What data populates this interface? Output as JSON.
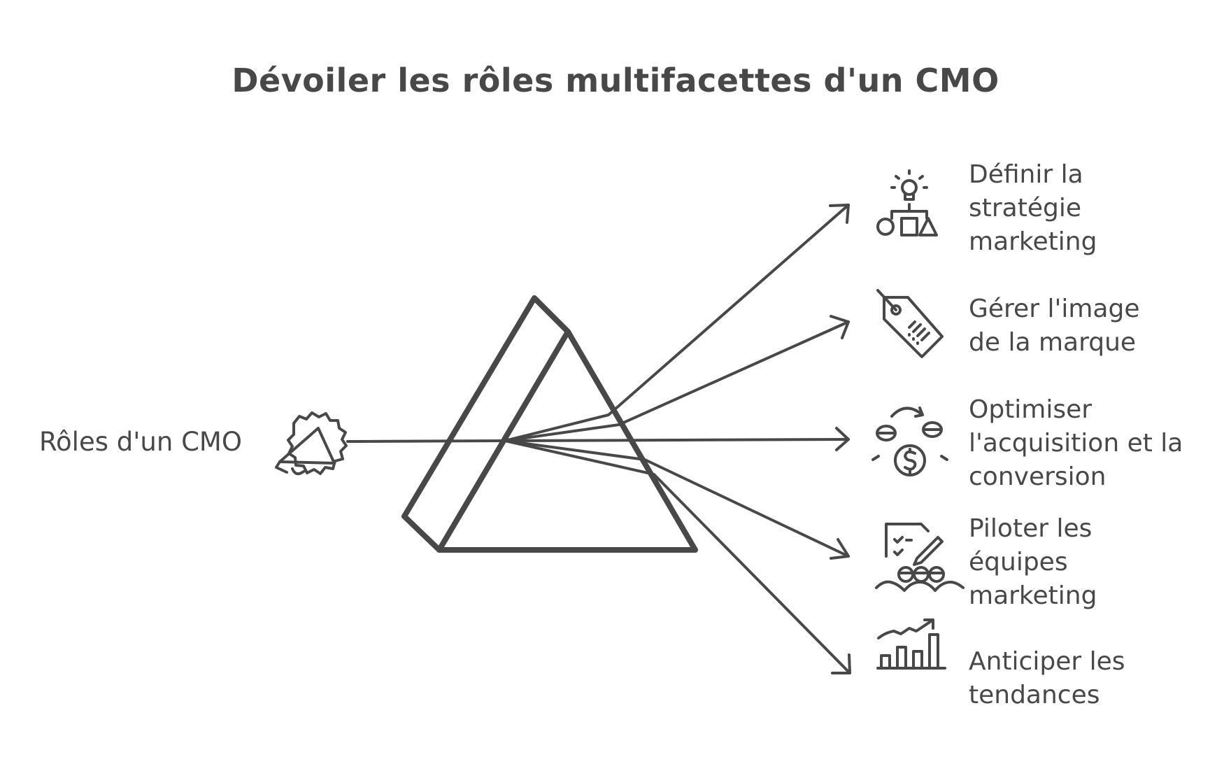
{
  "title": "Dévoiler les rôles multifacettes d'un CMO",
  "source": {
    "label": "Rôles d'un CMO",
    "icon": "megaphone-badge-icon"
  },
  "colors": {
    "stroke": "#484848",
    "background": "#ffffff"
  },
  "outputs": [
    {
      "lines": [
        "Définir la",
        "stratégie",
        "marketing"
      ],
      "icon": "strategy-lightbulb-shapes-icon"
    },
    {
      "lines": [
        "Gérer l'image",
        "de la marque"
      ],
      "icon": "price-tag-icon"
    },
    {
      "lines": [
        "Optimiser",
        "l'acquisition et la",
        "conversion"
      ],
      "icon": "money-cycle-icon"
    },
    {
      "lines": [
        "Piloter les",
        "équipes",
        "marketing"
      ],
      "icon": "team-checklist-icon"
    },
    {
      "lines": [
        "Anticiper les",
        "tendances"
      ],
      "icon": "trend-bar-chart-icon"
    }
  ]
}
